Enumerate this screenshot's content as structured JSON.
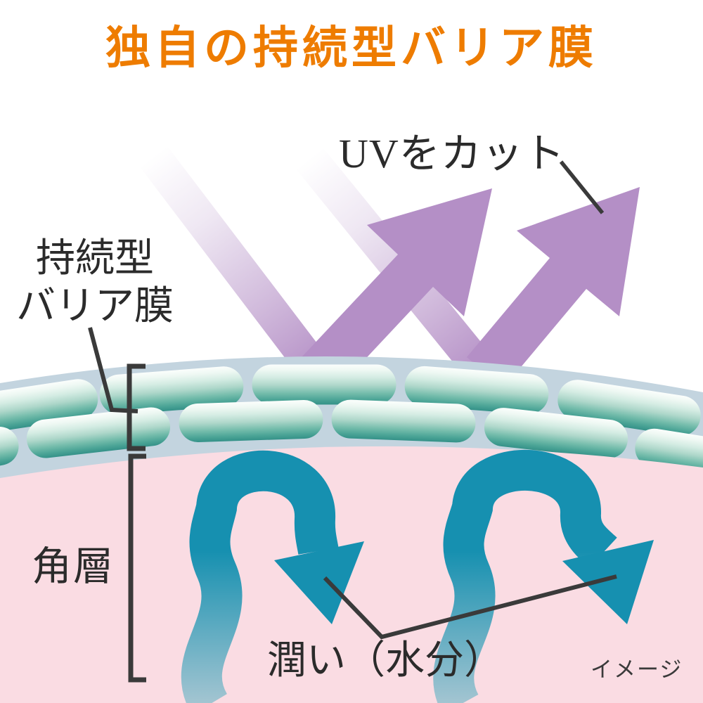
{
  "title": "独自の持続型バリア膜",
  "labels": {
    "uv_cut": "UVをカット",
    "barrier_line1": "持続型",
    "barrier_line2": "バリア膜",
    "stratum": "角層",
    "moisture": "潤い（水分）",
    "note": "イメージ"
  },
  "colors": {
    "title_orange": "#ee7c00",
    "uv_purple": "#b48fc6",
    "moisture_teal": "#1690b0",
    "moisture_teal_faded": "#a6c6d2",
    "barrier_band_blue": "#c3d4df",
    "skin_pink": "#fadce3",
    "corneocyte_teal_dark": "#349188",
    "corneocyte_teal_light": "#fbfefc",
    "text": "#2b2b2b",
    "pointer_line": "#3a3a3a"
  }
}
